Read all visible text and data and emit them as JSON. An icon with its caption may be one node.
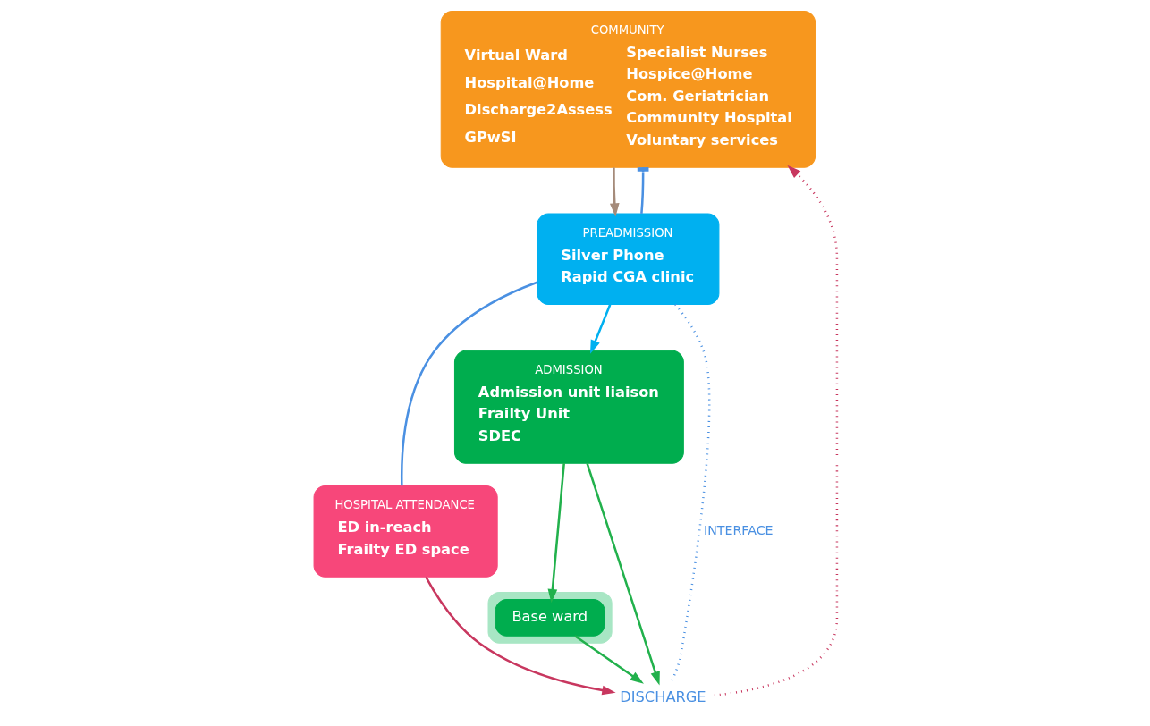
{
  "diagram": {
    "nodes": [
      {
        "text": [
          "COMMUNITY",
          "Virtual Ward",
          "Hospital@Home",
          "Discharge2Assess",
          "GPwSI",
          "Specialist Nurses",
          "Hospice@Home",
          "Com. Geriatrician",
          "Community Hospital",
          "Voluntary services"
        ]
      },
      {
        "text": [
          "PREADMISSION",
          "Silver Phone",
          "Rapid CGA clinic"
        ]
      },
      {
        "text": [
          "HOSPITAL ATTENDANCE",
          "ED in-reach",
          "Frailty ED space"
        ]
      },
      {
        "text": [
          "ADMISSION",
          "Admission unit liaison",
          "Frailty Unit",
          "SDEC"
        ]
      },
      {
        "text": [],
        "shape": "box"
      },
      {
        "text": [
          "Base ward"
        ],
        "in": 4
      },
      {
        "text": [
          "DISCHARGE"
        ]
      }
    ],
    "edges": [
      {
        "from": 0,
        "to": 1,
        "arrow": "to",
        "color": "#a58b7a"
      },
      {
        "from": 1,
        "to": 0,
        "arrow": "other",
        "color": "#4a90e2"
      },
      {
        "from": 1,
        "to": 6,
        "arrow": "none",
        "label": "INTERFACE",
        "style": "dashed",
        "color": "#4a90e2"
      },
      {
        "from": 1,
        "to": 2,
        "arrow": "none",
        "color": "#4a90e2"
      },
      {
        "from": 1,
        "to": 3,
        "arrow": "to",
        "color": "#00b0f0"
      },
      {
        "from": 2,
        "to": 6,
        "arrow": "to",
        "color": "#c8375f"
      },
      {
        "from": 3,
        "to": 6,
        "arrow": "to",
        "color": "#22b14c"
      },
      {
        "from": 3,
        "to": 5,
        "arrow": "to",
        "color": "#22b14c"
      },
      {
        "from": 5,
        "to": 6,
        "arrow": "to",
        "color": "#22b14c"
      },
      {
        "from": 6,
        "to": 0,
        "arrow": "to",
        "style": "dashed",
        "color": "#c8375f"
      }
    ]
  }
}
